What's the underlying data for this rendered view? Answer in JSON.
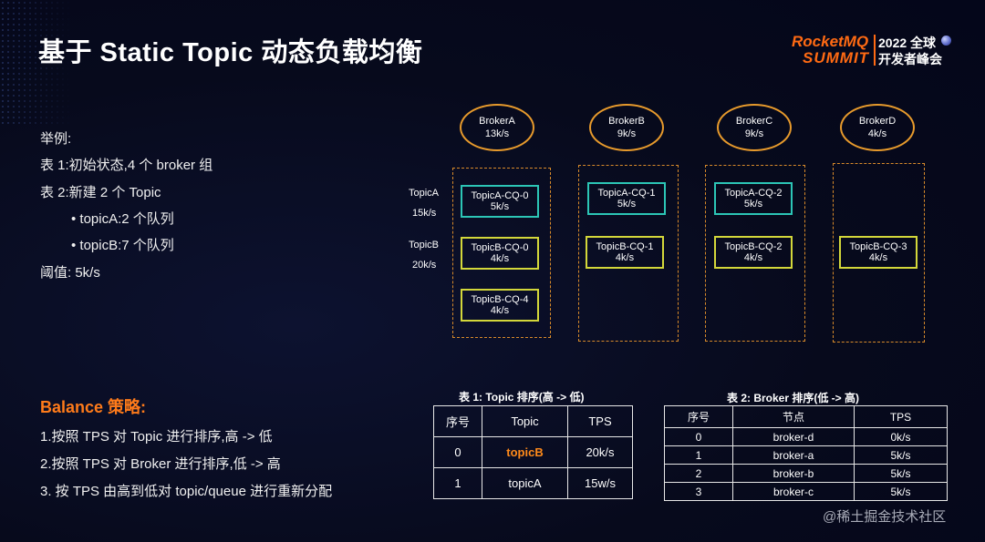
{
  "slide": {
    "title": "基于 Static Topic 动态负载均衡"
  },
  "logo": {
    "brand_line1": "RocketMQ",
    "brand_line2": "SUMMIT",
    "event_line1": "2022 全球",
    "event_line2": "开发者峰会"
  },
  "example": {
    "heading": "举例:",
    "lines": [
      "表 1:初始状态,4 个 broker 组",
      "表 2:新建 2 个 Topic",
      "• topicA:2 个队列",
      "• topicB:7 个队列",
      "阈值:  5k/s"
    ]
  },
  "balance": {
    "title": "Balance 策略:",
    "steps": [
      "1.按照 TPS 对 Topic 进行排序,高 -> 低",
      "2.按照 TPS 对 Broker 进行排序,低 -> 高",
      "3. 按 TPS 由高到低对 topic/queue 进行重新分配"
    ]
  },
  "diagram": {
    "topic_labels": [
      {
        "name": "TopicA",
        "tps": "15k/s"
      },
      {
        "name": "TopicB",
        "tps": "20k/s"
      }
    ],
    "brokers": [
      {
        "name": "BrokerA",
        "tps": "13k/s"
      },
      {
        "name": "BrokerB",
        "tps": "9k/s"
      },
      {
        "name": "BrokerC",
        "tps": "9k/s"
      },
      {
        "name": "BrokerD",
        "tps": "4k/s"
      }
    ],
    "queues": [
      {
        "name": "TopicA-CQ-0",
        "tps": "5k/s"
      },
      {
        "name": "TopicB-CQ-0",
        "tps": "4k/s"
      },
      {
        "name": "TopicB-CQ-4",
        "tps": "4k/s"
      },
      {
        "name": "TopicA-CQ-1",
        "tps": "5k/s"
      },
      {
        "name": "TopicB-CQ-1",
        "tps": "4k/s"
      },
      {
        "name": "TopicA-CQ-2",
        "tps": "5k/s"
      },
      {
        "name": "TopicB-CQ-2",
        "tps": "4k/s"
      },
      {
        "name": "TopicB-CQ-3",
        "tps": "4k/s"
      }
    ]
  },
  "table1": {
    "caption": "表 1: Topic 排序(高 -> 低)",
    "headers": [
      "序号",
      "Topic",
      "TPS"
    ],
    "rows": [
      [
        "0",
        "topicB",
        "20k/s"
      ],
      [
        "1",
        "topicA",
        "15w/s"
      ]
    ]
  },
  "table2": {
    "caption": "表 2: Broker 排序(低 -> 高)",
    "headers": [
      "序号",
      "节点",
      "TPS"
    ],
    "rows": [
      [
        "0",
        "broker-d",
        "0k/s"
      ],
      [
        "1",
        "broker-a",
        "5k/s"
      ],
      [
        "2",
        "broker-b",
        "5k/s"
      ],
      [
        "3",
        "broker-c",
        "5k/s"
      ]
    ]
  },
  "watermark": "@稀土掘金技术社区",
  "colors": {
    "accent_orange": "#ff7b1a",
    "broker_border": "#e79a2c",
    "topicA_queue_border": "#2cc6b6",
    "topicB_queue_border": "#d3d73a"
  }
}
